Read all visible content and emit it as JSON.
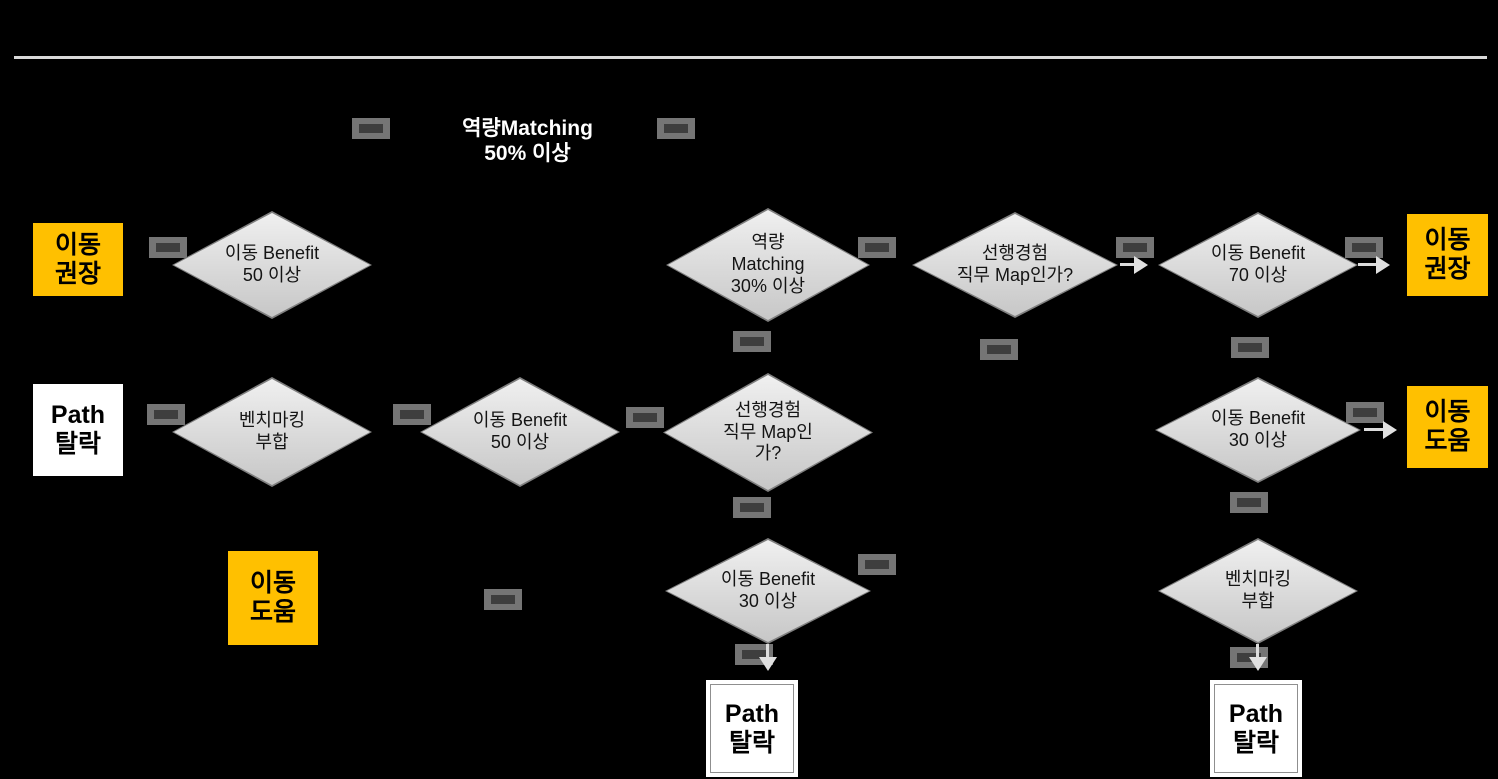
{
  "colors": {
    "background": "#000000",
    "accent_orange": "#FFC000",
    "diamond_fill": "#D9D9D9",
    "diamond_border": "#7F7F7F",
    "divider": "#D9D9D9"
  },
  "icons": {
    "arrow-right-icon": "▶",
    "arrow-down-icon": "▼",
    "edge-label-chip": "▬"
  },
  "top_label": {
    "lines": [
      "역량Matching",
      "50% 이상"
    ]
  },
  "diamonds": [
    {
      "id": "r1-benefit-50",
      "lines": [
        "이동 Benefit",
        "50 이상"
      ]
    },
    {
      "id": "r1-matching-30",
      "lines": [
        "역량",
        "Matching",
        "30% 이상"
      ]
    },
    {
      "id": "r1-prior-exp-map",
      "lines": [
        "선행경험",
        "직무 Map인가?"
      ]
    },
    {
      "id": "r1-benefit-70",
      "lines": [
        "이동 Benefit",
        "70 이상"
      ]
    },
    {
      "id": "r2-benchmark-fit",
      "lines": [
        "벤치마킹",
        "부합"
      ]
    },
    {
      "id": "r2-benefit-50",
      "lines": [
        "이동 Benefit",
        "50 이상"
      ]
    },
    {
      "id": "r2-prior-exp-map",
      "lines": [
        "선행경험",
        "직무 Map인",
        "가?"
      ]
    },
    {
      "id": "r2-benefit-30",
      "lines": [
        "이동 Benefit",
        "30 이상"
      ]
    },
    {
      "id": "r3-benefit-30",
      "lines": [
        "이동 Benefit",
        "30 이상"
      ]
    },
    {
      "id": "r3-benchmark-fit",
      "lines": [
        "벤치마킹",
        "부합"
      ]
    }
  ],
  "boxes": [
    {
      "id": "move-recommend-left",
      "type": "orange",
      "lines": [
        "이동",
        "권장"
      ]
    },
    {
      "id": "move-recommend-right",
      "type": "orange",
      "lines": [
        "이동",
        "권장"
      ]
    },
    {
      "id": "path-fail-left",
      "type": "white",
      "lines": [
        "Path",
        "탈락"
      ]
    },
    {
      "id": "move-help-right",
      "type": "orange",
      "lines": [
        "이동",
        "도움"
      ]
    },
    {
      "id": "move-help-mid",
      "type": "orange",
      "lines": [
        "이동",
        "도움"
      ]
    },
    {
      "id": "path-fail-bottom-center",
      "type": "white",
      "lines": [
        "Path",
        "탈락"
      ]
    },
    {
      "id": "path-fail-bottom-right",
      "type": "white",
      "lines": [
        "Path",
        "탈락"
      ]
    }
  ]
}
